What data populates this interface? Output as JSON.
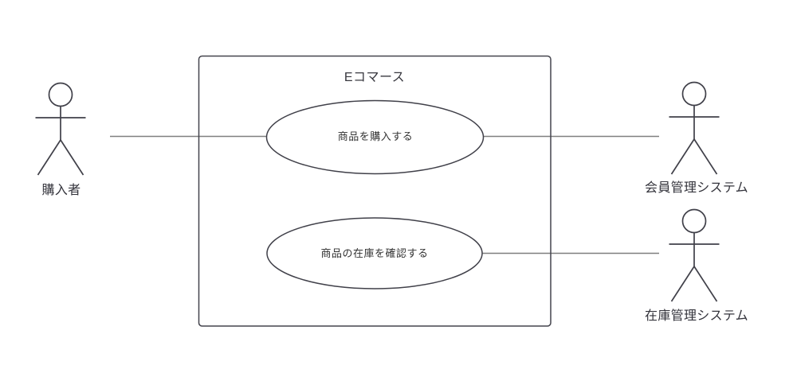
{
  "diagram": {
    "kind": "uml-use-case-diagram",
    "system_boundary": {
      "title": "Eコマース"
    },
    "actors": {
      "buyer": {
        "label": "購入者",
        "side": "left"
      },
      "member_system": {
        "label": "会員管理システム",
        "side": "right"
      },
      "inventory_system": {
        "label": "在庫管理システム",
        "side": "right"
      }
    },
    "use_cases": {
      "purchase": {
        "label": "商品を購入する"
      },
      "check_stock": {
        "label": "商品の在庫を確認する"
      }
    },
    "relations": [
      {
        "from": "購入者",
        "to": "商品を購入する"
      },
      {
        "from": "商品を購入する",
        "to": "会員管理システム"
      },
      {
        "from": "商品の在庫を確認する",
        "to": "在庫管理システム"
      }
    ],
    "colors": {
      "shape_stroke": "#404049",
      "connector": "#7f7f7f",
      "text": "#333333",
      "background": "#ffffff"
    }
  }
}
